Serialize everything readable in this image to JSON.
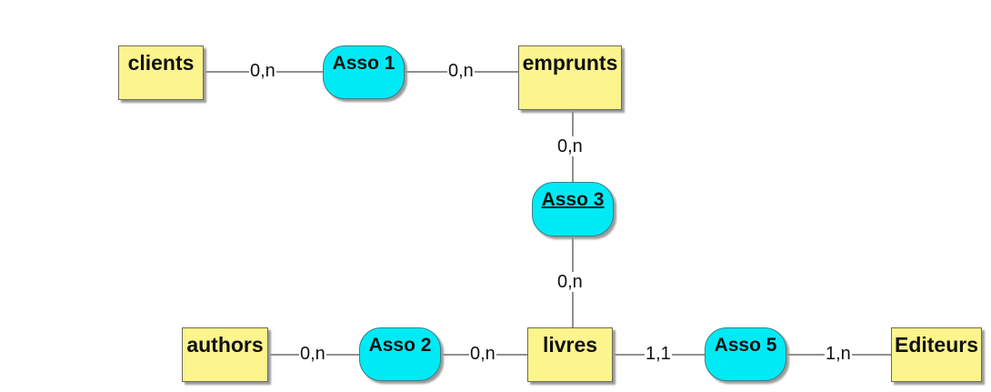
{
  "entities": {
    "clients": "clients",
    "emprunts": "emprunts",
    "livres": "livres",
    "authors": "authors",
    "editeurs": "Editeurs"
  },
  "associations": {
    "asso1": "Asso 1",
    "asso2": "Asso 2",
    "asso3": "Asso 3",
    "asso5": "Asso 5"
  },
  "cardinalities": {
    "clients_asso1": "0,n",
    "asso1_emprunts": "0,n",
    "emprunts_asso3": "0,n",
    "asso3_livres": "0,n",
    "authors_asso2": "0,n",
    "asso2_livres": "0,n",
    "livres_asso5": "1,1",
    "asso5_editeurs": "1,n"
  },
  "colors": {
    "entity_fill": "#fcf48c",
    "association_fill": "#00eaf5"
  }
}
